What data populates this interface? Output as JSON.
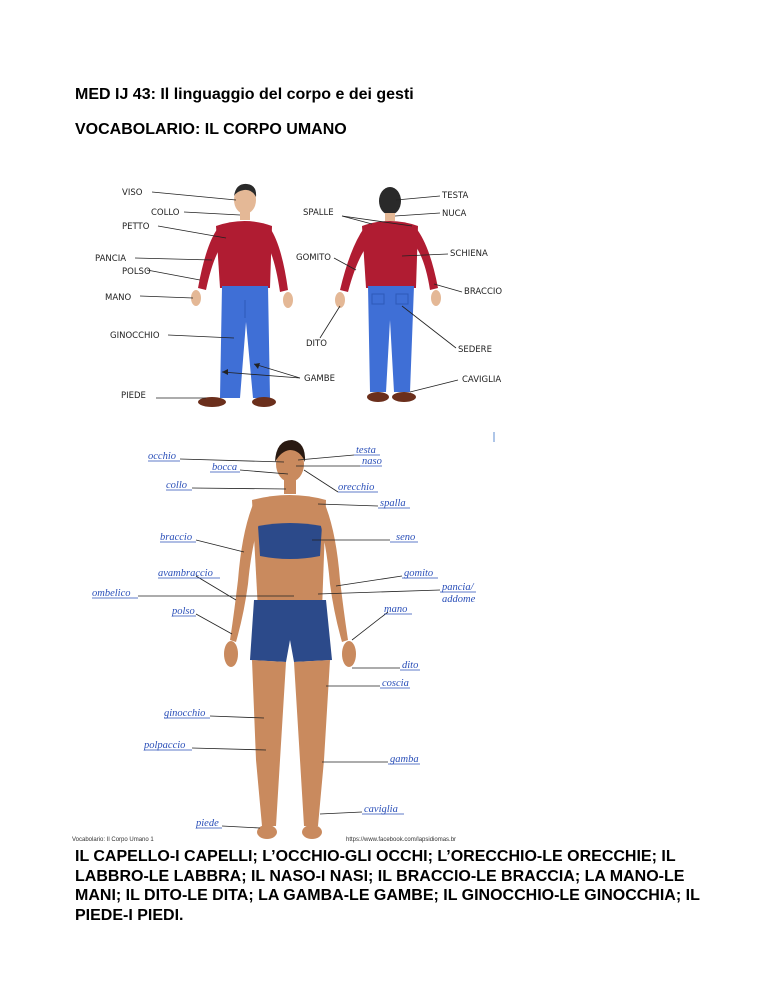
{
  "heading": "MED IJ 43: Il linguaggio del corpo e dei gesti",
  "section_title": "VOCABOLARIO: IL CORPO UMANO",
  "diagram1": {
    "labels": {
      "viso": "VISO",
      "collo": "COLLO",
      "petto": "PETTO",
      "pancia": "PANCIA",
      "polso": "POLSO",
      "mano": "MANO",
      "ginocchio": "GINOCCHIO",
      "piede": "PIEDE",
      "dito": "DITO",
      "gambe": "GAMBE",
      "spalle": "SPALLE",
      "gomito": "GOMITO",
      "testa": "TESTA",
      "nuca": "NUCA",
      "schiena": "SCHIENA",
      "braccio": "BRACCIO",
      "sedere": "SEDERE",
      "caviglia": "CAVIGLIA"
    },
    "colors": {
      "shirt": "#b01c32",
      "jeans": "#3f6fd6",
      "skin": "#e4b896",
      "hair": "#2a2a2a",
      "shoes": "#6b2f1c"
    }
  },
  "diagram2": {
    "labels": {
      "occhio": "occhio",
      "bocca": "bocca",
      "collo": "collo",
      "braccio": "braccio",
      "avambraccio": "avambraccio",
      "ombelico": "ombelico",
      "polso": "polso",
      "ginocchio": "ginocchio",
      "polpaccio": "polpaccio",
      "piede": "piede",
      "testa": "testa",
      "naso": "naso",
      "orecchio": "orecchio",
      "spalla": "spalla",
      "seno": "seno",
      "gomito": "gomito",
      "pancia": "pancia/",
      "addome": "addome",
      "mano": "mano",
      "dito": "dito",
      "coscia": "coscia",
      "gamba": "gamba",
      "caviglia": "caviglia"
    },
    "caption_left": "Vocabolario: Il Corpo Umano 1",
    "caption_right": "https://www.facebook.com/lapsidiomas.br",
    "colors": {
      "label": "#2a4fb8",
      "outfit": "#2c4a8a",
      "skin": "#c98a5e"
    }
  },
  "paragraph": "IL CAPELLO-I CAPELLI; L’OCCHIO-GLI OCCHI; L’ORECCHIO-LE ORECCHIE; IL LABBRO-LE LABBRA; IL NASO-I NASI; IL BRACCIO-LE BRACCIA; LA MANO-LE MANI; IL DITO-LE DITA; LA GAMBA-LE GAMBE; IL GINOCCHIO-LE GINOCCHIA; IL PIEDE-I PIEDI."
}
